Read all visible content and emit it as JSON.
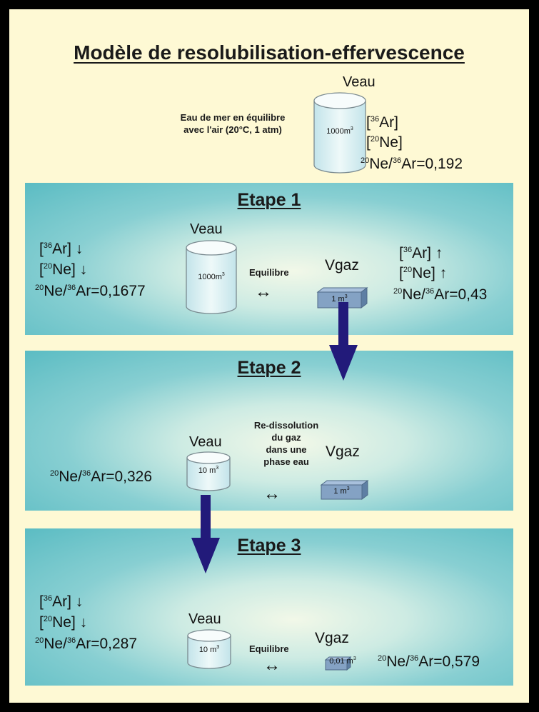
{
  "title": "Modèle de resolubilisation-effervescence",
  "header": {
    "veau": "Veau",
    "desc_line1": "Eau de mer en équilibre",
    "desc_line2": "avec l'air (20°C, 1 atm)",
    "cyl_volume": "1000m",
    "cyl_exp": "3",
    "ar_bracket_open": "[",
    "ar_mass": "36",
    "ar_sym": "Ar]",
    "ne_bracket_open": "[",
    "ne_mass": "20",
    "ne_sym": "Ne]",
    "ratio_ne_mass": "20",
    "ratio_ne": "Ne/",
    "ratio_ar_mass": "36",
    "ratio_ar": "Ar=0,192"
  },
  "etape1": {
    "title": "Etape 1",
    "veau": "Veau",
    "vgaz": "Vgaz",
    "equilibre": "Equilibre",
    "arrow": "↔",
    "cyl_volume": "1000m",
    "cyl_exp": "3",
    "box_volume": "1 m",
    "box_exp": "3",
    "left_ar": "Ar] ↓",
    "left_ne": "Ne] ↓",
    "left_ratio": "Ar=0,1677",
    "right_ar": "Ar] ↑",
    "right_ne": "Ne] ↑",
    "right_ratio": "Ar=0,43"
  },
  "etape2": {
    "title": "Etape 2",
    "veau": "Veau",
    "vgaz": "Vgaz",
    "redissolution": [
      "Re-dissolution",
      "du gaz",
      "dans une",
      "phase eau"
    ],
    "arrow": "↔",
    "cyl_volume": "10 m",
    "cyl_exp": "3",
    "box_volume": "1 m",
    "box_exp": "3",
    "left_ratio": "Ar=0,326"
  },
  "etape3": {
    "title": "Etape 3",
    "veau": "Veau",
    "vgaz": "Vgaz",
    "equilibre": "Equilibre",
    "arrow": "↔",
    "cyl_volume": "10 m",
    "cyl_exp": "3",
    "box_volume": "0,01 m",
    "box_exp": "3",
    "left_ar": "Ar] ↓",
    "left_ne": "Ne] ↓",
    "left_ratio": "Ar=0,287",
    "right_ratio": "Ar=0,579"
  },
  "isotopes": {
    "ar": "36",
    "ne": "20",
    "bracket": "[",
    "ne_prefix": "Ne/"
  },
  "colors": {
    "background": "#fef9d4",
    "panel": "#5bbcc3",
    "arrow": "#221a7a",
    "cylinder": "#dff3f4",
    "box": "#7f9fc0"
  }
}
